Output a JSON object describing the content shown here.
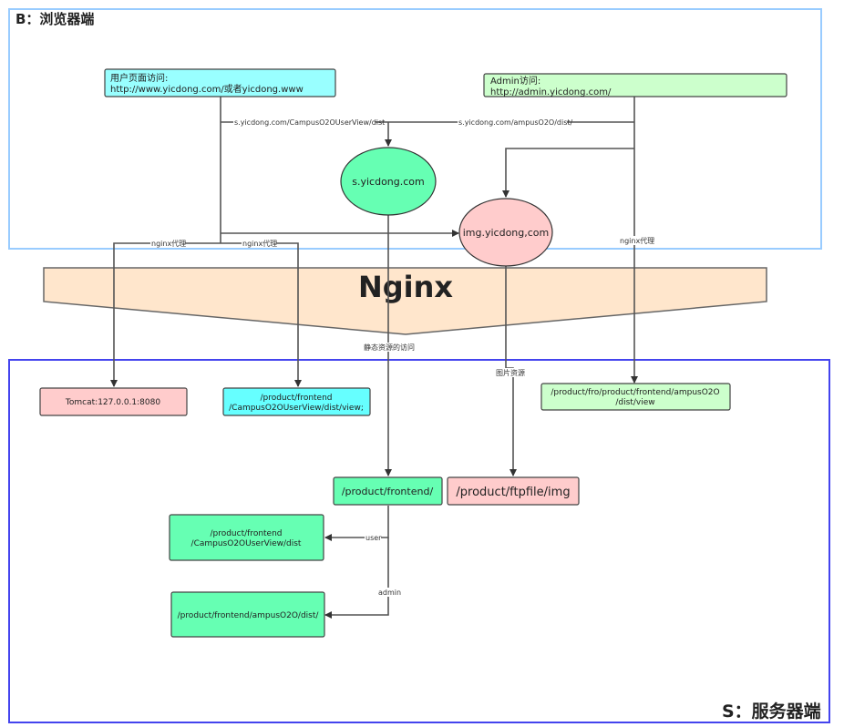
{
  "regions": {
    "browser": {
      "title": "B：浏览器端",
      "border_color": "#99CCFF"
    },
    "server": {
      "title": "S：服务器端",
      "border_color": "#4444EE"
    }
  },
  "nginx": {
    "label": "Nginx",
    "fill": "#FFE6CC"
  },
  "nodes": {
    "user_access": {
      "line1": "用户页面访问:",
      "line2": "http://www.yicdong.com/或者yicdong.www",
      "fill": "#99FFFF"
    },
    "admin_access": {
      "line1": "Admin访问:",
      "line2": "http://admin.yicdong.com/",
      "fill": "#CCFFCC"
    },
    "s_domain": {
      "label": "s.yicdong.com",
      "fill": "#66FFB3"
    },
    "img_domain": {
      "label": "img.yicdong,com",
      "fill": "#FFCCCC"
    },
    "tomcat": {
      "label": "Tomcat:127.0.0.1:8080",
      "fill": "#FFCCCC"
    },
    "frontend_view": {
      "line1": "/product/frontend",
      "line2": "/CampusO2OUserView/dist/view;",
      "fill": "#66FFFF"
    },
    "admin_view": {
      "line1": "/product/fro/product/frontend/ampusO2O",
      "line2": "/dist/view",
      "fill": "#CCFFCC"
    },
    "frontend_root": {
      "label": "/product/frontend/",
      "fill": "#66FFB3"
    },
    "ftp_img": {
      "label": "/product/ftpfile/img",
      "fill": "#FFCCCC"
    },
    "user_dist": {
      "line1": "/product/frontend",
      "line2": "/CampusO2OUserView/dist",
      "fill": "#66FFB3"
    },
    "admin_dist": {
      "label": "/product/frontend/ampusO2O/dist/",
      "fill": "#66FFB3"
    }
  },
  "edge_labels": {
    "user_to_s": "s.yicdong.com/CampusO2OUserView/dist",
    "admin_to_s": "s.yicdong.com/ampusO2O/dist/",
    "nginx_proxy_left": "nginx代理",
    "nginx_proxy_mid": "nginx代理",
    "nginx_proxy_right": "nginx代理",
    "static_access": "静态资源的访问",
    "image_resource": "图片资源",
    "user": "user",
    "admin": "admin"
  },
  "colors": {
    "edge": "#555555"
  }
}
